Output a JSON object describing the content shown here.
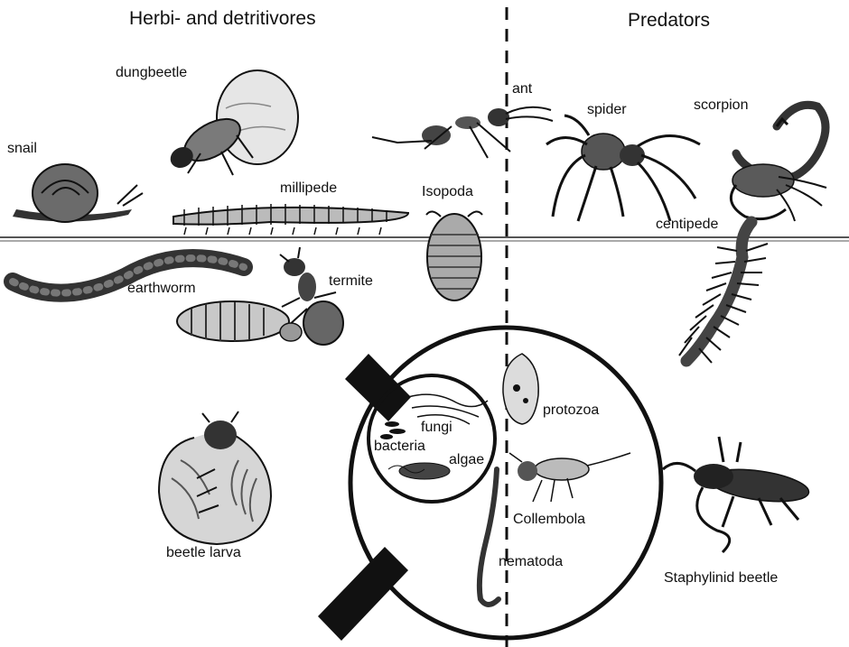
{
  "headers": {
    "left": "Herbi- and detritivores",
    "right": "Predators"
  },
  "organisms": {
    "dungbeetle": "dungbeetle",
    "snail": "snail",
    "millipede": "millipede",
    "ant": "ant",
    "spider": "spider",
    "scorpion": "scorpion",
    "isopoda": "Isopoda",
    "centipede": "centipede",
    "earthworm": "earthworm",
    "termite": "termite",
    "protozoa": "protozoa",
    "fungi": "fungi",
    "bacteria": "bacteria",
    "algae": "algae",
    "collembola": "Collembola",
    "nematoda": "nematoda",
    "beetle_larva": "beetle larva",
    "staphylinid_beetle": "Staphylinid beetle"
  },
  "colors": {
    "ink": "#111111",
    "soil_line": "#555555",
    "shade": "#8a8a8a"
  }
}
